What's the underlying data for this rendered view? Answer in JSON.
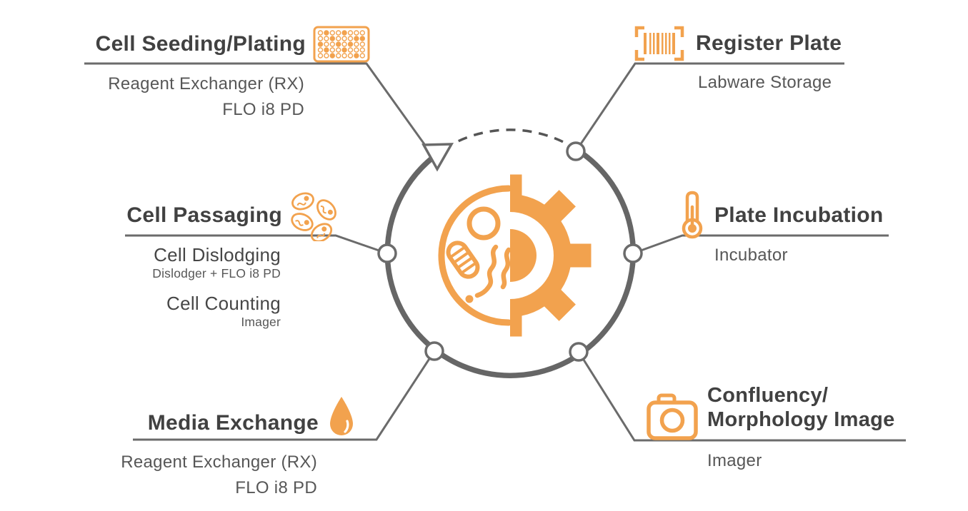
{
  "colors": {
    "accent": "#F2A24E",
    "heading_text": "#414141",
    "secondary_text": "#575757",
    "line_gray": "#6B6B6B"
  },
  "hub": {
    "icon": "half-cell-half-gear-icon",
    "direction_marker": "counterclockwise-arrow"
  },
  "stations": {
    "seeding": {
      "title": "Cell Seeding/Plating",
      "icon": "microplate-icon",
      "line1": "Reagent Exchanger (RX)",
      "line2": "FLO i8 PD"
    },
    "register": {
      "title": "Register Plate",
      "icon": "barcode-icon",
      "line1": "Labware Storage"
    },
    "passaging": {
      "title": "Cell Passaging",
      "icon": "cells-icon",
      "sub1": "Cell Dislodging",
      "sub1_detail": "Dislodger + FLO i8 PD",
      "sub2": "Cell Counting",
      "sub2_detail": "Imager"
    },
    "incubation": {
      "title": "Plate Incubation",
      "icon": "thermometer-icon",
      "line1": "Incubator"
    },
    "media": {
      "title": "Media Exchange",
      "icon": "droplet-icon",
      "line1": "Reagent Exchanger (RX)",
      "line2": "FLO i8 PD"
    },
    "confluency": {
      "title1": "Confluency/",
      "title2": "Morphology Image",
      "icon": "camera-icon",
      "line1": "Imager"
    }
  }
}
